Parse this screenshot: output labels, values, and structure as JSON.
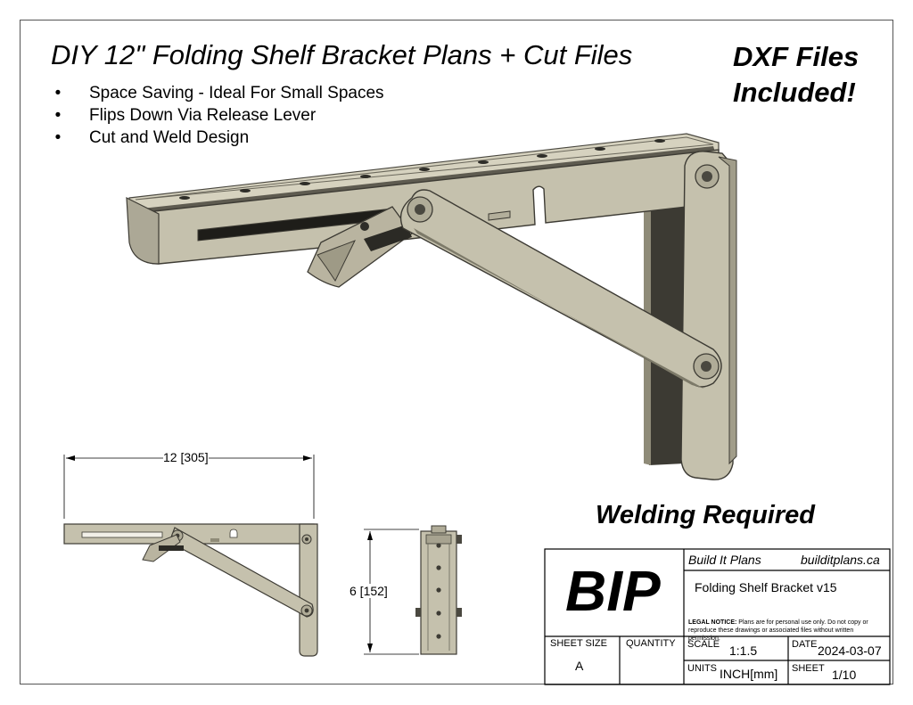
{
  "header": {
    "title": "DIY 12\" Folding Shelf Bracket Plans + Cut Files",
    "dxf_line1": "DXF Files",
    "dxf_line2": "Included!"
  },
  "features": {
    "bullet_symbol": "•",
    "items": [
      "Space Saving  - Ideal For Small Spaces",
      "Flips Down Via Release Lever",
      "Cut and Weld Design"
    ]
  },
  "callout": "Welding Required",
  "dimensions": {
    "width": "12 [305]",
    "height": "6 [152]"
  },
  "title_block": {
    "logo": "BIP",
    "company": "Build It Plans",
    "website": "builditplans.ca",
    "part_name": "Folding Shelf Bracket v15",
    "legal_label": "LEGAL NOTICE:",
    "legal_text_line1": " Plans are for personal use only. Do not copy or",
    "legal_text_line2": "reproduce these drawings or associated files without written permission.",
    "sheet_size_label": "SHEET SIZE",
    "sheet_size": "A",
    "quantity_label": "QUANTITY",
    "scale_label": "SCALE",
    "scale": "1:1.5",
    "date_label": "DATE",
    "date": "2024-03-07",
    "units_label": "UNITS",
    "units": "INCH[mm]",
    "sheet_label": "SHEET",
    "sheet": "1/10"
  },
  "colors": {
    "metal": "#c5c1ad",
    "metal_dark": "#8f8b78",
    "metal_shadow": "#3c3a33",
    "lever": "#b9b4a0"
  },
  "icons": [
    "bracket-3d-render",
    "bracket-side-view",
    "bracket-front-view"
  ]
}
